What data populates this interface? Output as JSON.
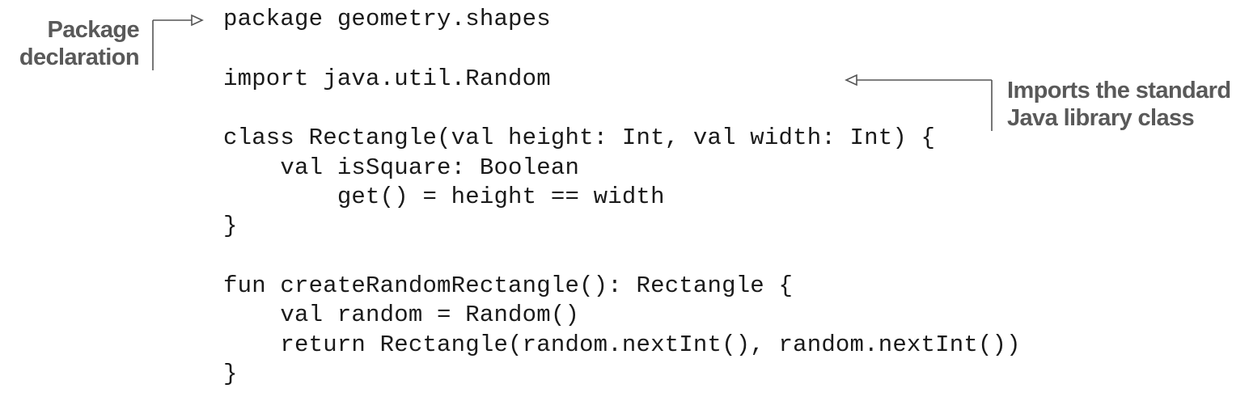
{
  "code": {
    "lines": [
      "package geometry.shapes",
      "import java.util.Random",
      "class Rectangle(val height: Int, val width: Int) {",
      "    val isSquare: Boolean",
      "        get() = height == width",
      "}",
      "fun createRandomRectangle(): Rectangle {",
      "    val random = Random()",
      "    return Rectangle(random.nextInt(), random.nextInt())",
      "}"
    ]
  },
  "annotations": {
    "package_declaration": {
      "lines": [
        "Package",
        "declaration"
      ]
    },
    "import_note": {
      "lines": [
        "Imports the standard",
        "Java library class"
      ]
    }
  },
  "colors": {
    "code_text": "#1a1a1a",
    "annotation_text": "#595959",
    "callout_line": "#555555"
  }
}
